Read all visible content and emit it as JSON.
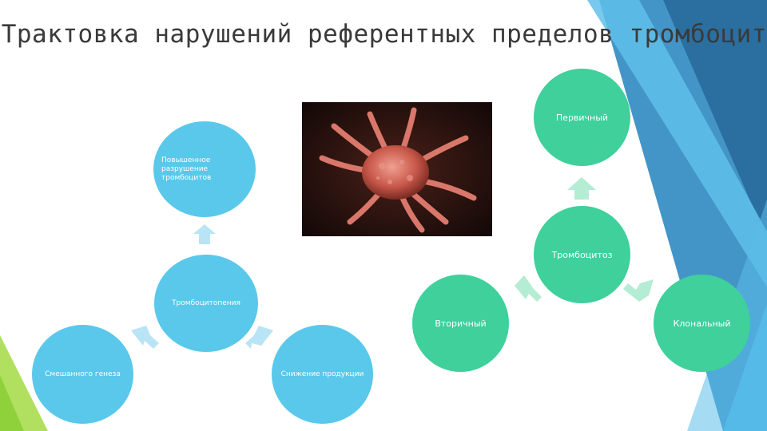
{
  "title": "Трактовка нарушений референтных пределов тромбоцитов",
  "image": {
    "description_icon": "platelet-photo"
  },
  "left_diagram": {
    "center": "Тромбоцитопения",
    "top": "Повышенное разрушение тромбоцитов",
    "bottom_left": "Смешанного генеза",
    "bottom_right": "Снижение продукции"
  },
  "right_diagram": {
    "center": "Тромбоцитоз",
    "top": "Первичный",
    "left": "Вторичный",
    "right": "Клональный"
  },
  "colors": {
    "blue_circle": "#5ac8ea",
    "green_circle": "#3fd09b",
    "blue_arrow": "#b9e4f5",
    "green_arrow": "#b4ecd4",
    "title": "#3a3a3a",
    "deco_dark": "#2f7fb2",
    "deco_light": "#66c6ee"
  }
}
